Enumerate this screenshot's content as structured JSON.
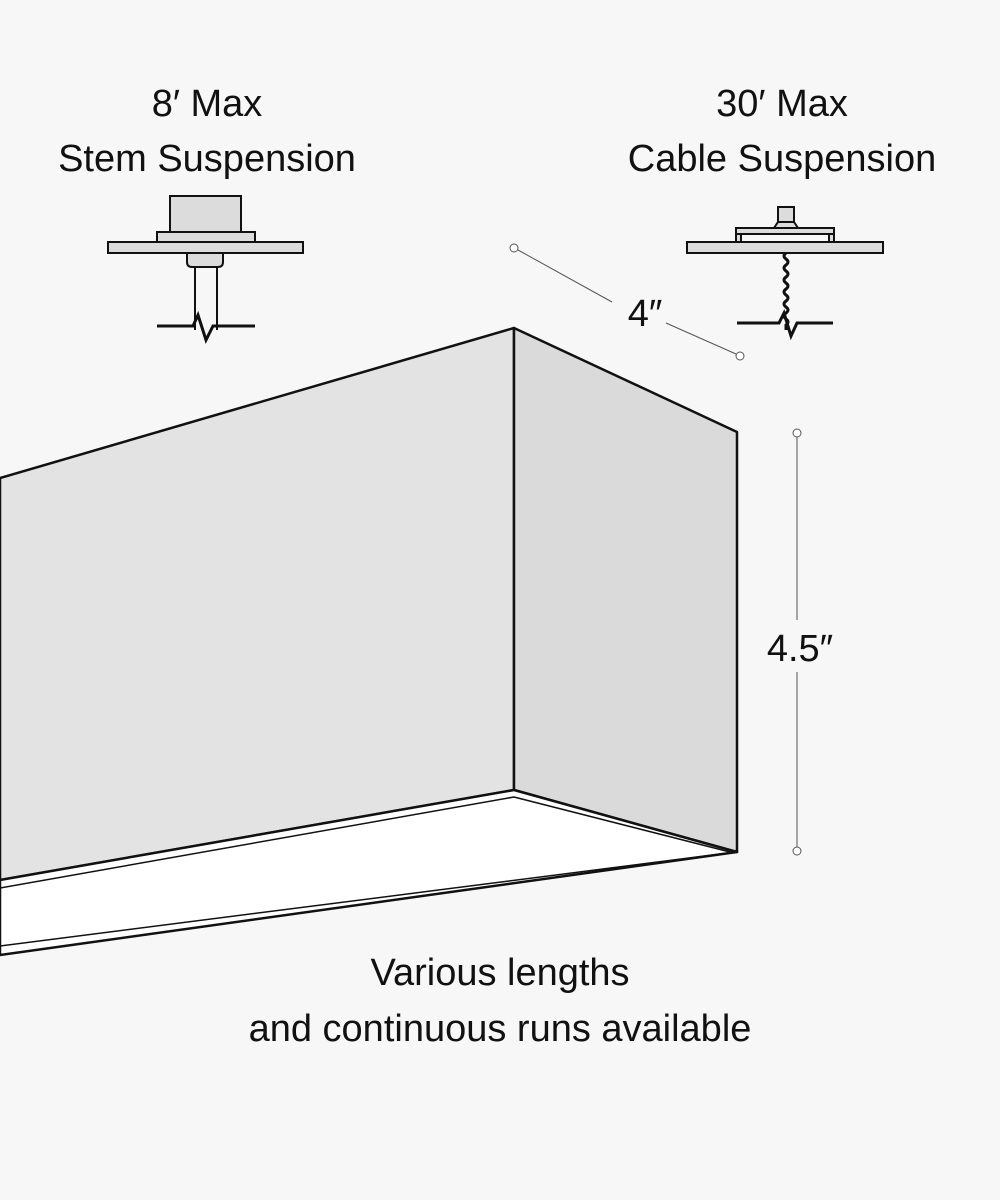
{
  "stem": {
    "max": "8′ Max",
    "label": "Stem Suspension"
  },
  "cable": {
    "max": "30′ Max",
    "label": "Cable Suspension"
  },
  "dimensions": {
    "width": "4″",
    "height": "4.5″"
  },
  "footer": {
    "line1": "Various lengths",
    "line2": "and continuous runs available"
  }
}
